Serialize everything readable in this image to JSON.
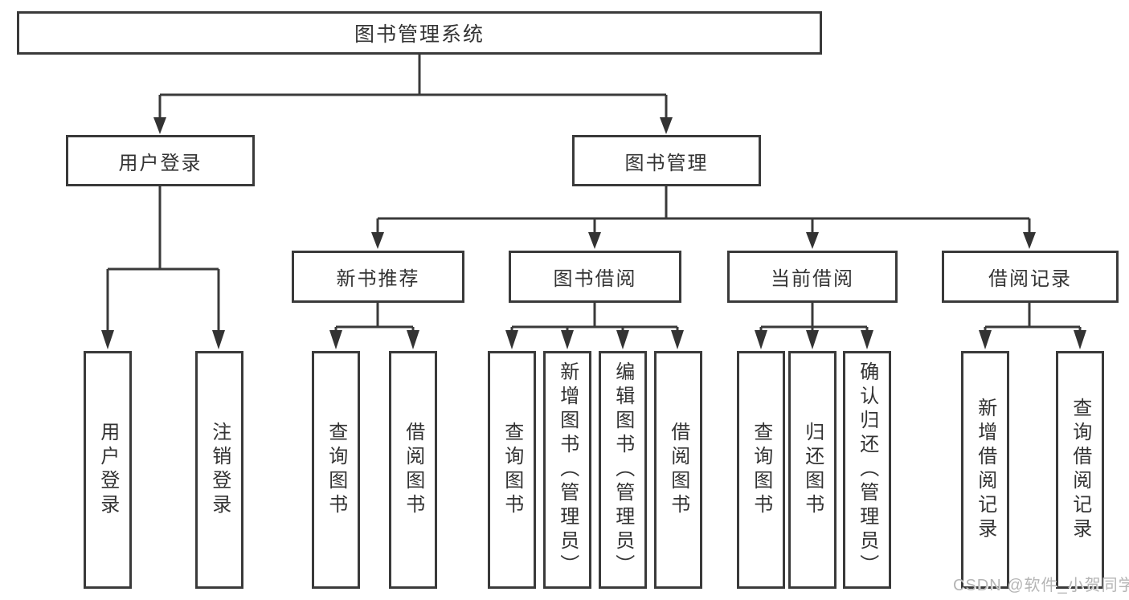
{
  "diagram": {
    "root": {
      "label": "图书管理系统"
    },
    "level2": {
      "user_login": {
        "label": "用户登录"
      },
      "book_mgmt": {
        "label": "图书管理"
      }
    },
    "level3": {
      "new_books": {
        "label": "新书推荐"
      },
      "book_borrow": {
        "label": "图书借阅"
      },
      "current_borrow": {
        "label": "当前借阅"
      },
      "borrow_records": {
        "label": "借阅记录"
      }
    },
    "level4": {
      "user_login_leaf": {
        "label": "用户登录"
      },
      "logout_leaf": {
        "label": "注销登录"
      },
      "nb_query_books": {
        "label": "查询图书"
      },
      "nb_borrow_books": {
        "label": "借阅图书"
      },
      "bb_query_books": {
        "label": "查询图书"
      },
      "bb_add_books_admin": {
        "label": "新增图书（管理员）"
      },
      "bb_edit_books_admin": {
        "label": "编辑图书（管理员）"
      },
      "bb_borrow_books": {
        "label": "借阅图书"
      },
      "cb_query_books": {
        "label": "查询图书"
      },
      "cb_return_books": {
        "label": "归还图书"
      },
      "cb_confirm_return_admin": {
        "label": "确认归还（管理员）"
      },
      "br_add_record": {
        "label": "新增借阅记录"
      },
      "br_query_record": {
        "label": "查询借阅记录"
      }
    }
  },
  "watermark": {
    "text": "CSDN @软件_小贺同学"
  },
  "colors": {
    "background": "#ffffff",
    "line": "#3a3a3a",
    "box_border": "#3a3a3a",
    "text": "#333333",
    "watermark": "#b5b5b5"
  }
}
